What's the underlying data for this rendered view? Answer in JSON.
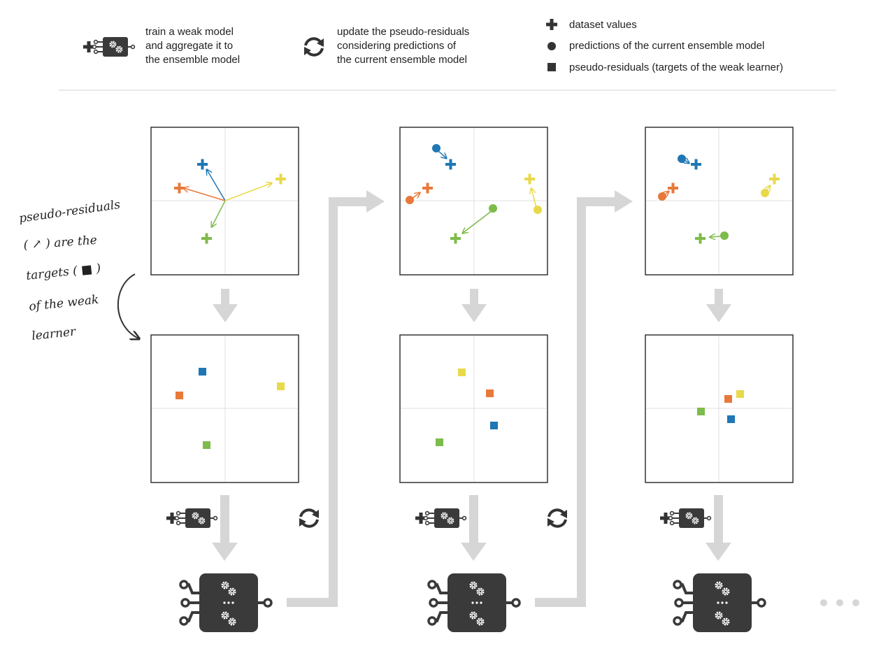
{
  "legend": {
    "train": [
      "train a weak model",
      "and aggregate it to",
      "the ensemble model"
    ],
    "update": [
      "update the pseudo-residuals",
      "considering predictions of",
      "the current ensemble model"
    ],
    "symbols": {
      "dataset": "dataset values",
      "predictions": "predictions of the current ensemble model",
      "residuals": "pseudo-residuals (targets of the weak learner)"
    }
  },
  "annotation": [
    "pseudo-residuals",
    "( ↗ ) are the",
    "targets ( ■ )",
    "of the weak",
    "learner"
  ],
  "colors": {
    "blue": "#1f77b4",
    "orange": "#e8793a",
    "yellow": "#e8d94a",
    "green": "#7dbb4a",
    "arrow_gray": "#d6d6d6",
    "dark": "#3a3a3a"
  },
  "icons": [
    "plus-icon",
    "chip-gears-icon",
    "cycle-icon",
    "ensemble-chip-icon",
    "ellipsis-icon"
  ]
}
